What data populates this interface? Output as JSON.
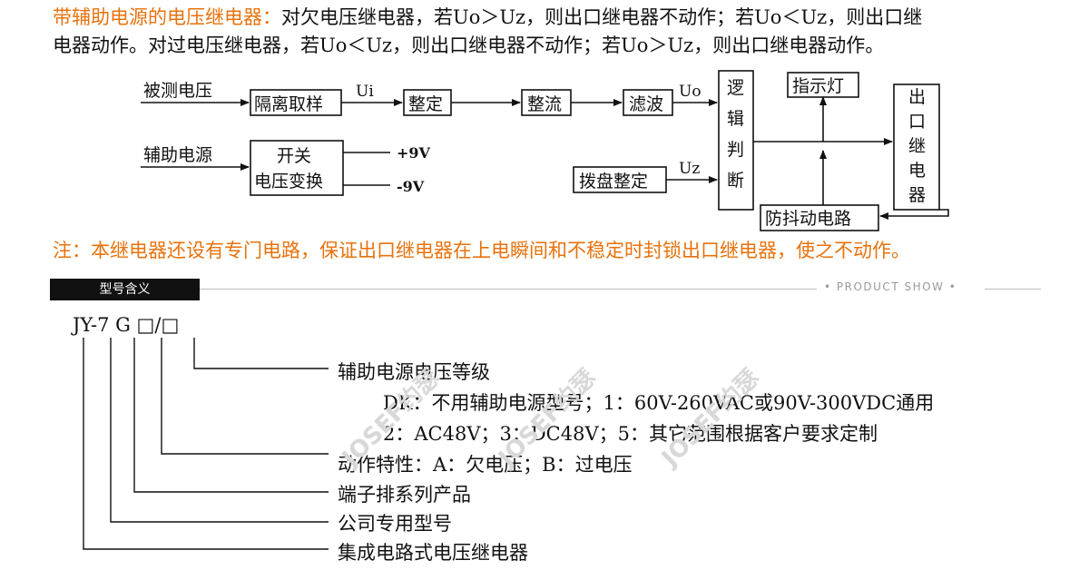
{
  "intro": {
    "highlight": "带辅助电源的电压继电器：",
    "line1_rest": "对欠电压继电器，若Uo＞Uz，则出口继电器不动作；若Uo＜Uz，则出口继",
    "line2": "电器动作。对过电压继电器，若Uo＜Uz，则出口继电器不动作；若Uo＞Uz，则出口继电器动作。"
  },
  "diagram": {
    "input_measured": "被测电压",
    "input_aux": "辅助电源",
    "box_isolate": "隔离取样",
    "box_shape": "整定",
    "box_rectify": "整流",
    "box_filter": "滤波",
    "box_switch_line1": "开关",
    "box_switch_line2": "电压变换",
    "box_dial": "拨盘整定",
    "box_logic": [
      "逻",
      "辑",
      "判",
      "断"
    ],
    "box_indicator": "指示灯",
    "box_output": [
      "出",
      "口",
      "继",
      "电",
      "器"
    ],
    "box_debounce": "防抖动电路",
    "label_ui": "Ui",
    "label_uo": "Uo",
    "label_uz": "Uz",
    "label_pos": "+9V",
    "label_neg": "-9V"
  },
  "note": "注：本继电器还设有专门电路，保证出口继电器在上电瞬间和不稳定时封锁出口继电器，使之不动作。",
  "section": {
    "tab": "型号含义",
    "right": "• PRODUCT SHOW •"
  },
  "model": {
    "code": "JY-7 G □/□",
    "items": [
      "辅助电源电压等级",
      "DK：不用辅助电源型号；1：60V-260VAC或90V-300VDC通用",
      "2：AC48V；3：DC48V；5：其它范围根据客户要求定制",
      "动作特性：A：欠电压；B：过电压",
      "端子排系列产品",
      "公司专用型号",
      "集成电路式电压继电器"
    ]
  },
  "watermark": [
    "JOSEF约瑟",
    "JOSEF约瑟",
    "JOSEF约瑟"
  ],
  "colors": {
    "accent": "#e8720c",
    "tab_bg": "#111111",
    "line": "#bdbdbd"
  }
}
